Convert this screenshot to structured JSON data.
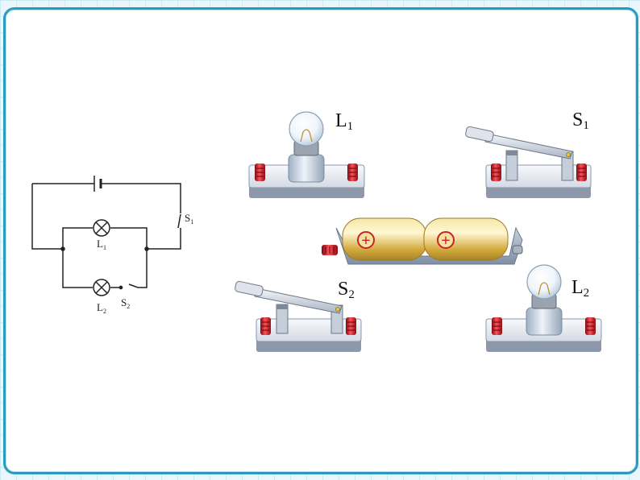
{
  "circuit_diagram": {
    "lamp1_label": "L",
    "lamp1_sub": "1",
    "lamp2_label": "L",
    "lamp2_sub": "2",
    "switch1_label": "S",
    "switch1_sub": "1",
    "switch2_label": "S",
    "switch2_sub": "2"
  },
  "components": {
    "lamp1_label": "L",
    "lamp1_sub": "1",
    "switch1_label": "S",
    "switch1_sub": "1",
    "switch2_label": "S",
    "switch2_sub": "2",
    "lamp2_label": "L",
    "lamp2_sub": "2",
    "battery_symbol": "+"
  },
  "colors": {
    "frame": "#2a9bbf",
    "base": "#b9c4d2",
    "terminal": "#d01b22",
    "battery": "#d9b84a"
  }
}
